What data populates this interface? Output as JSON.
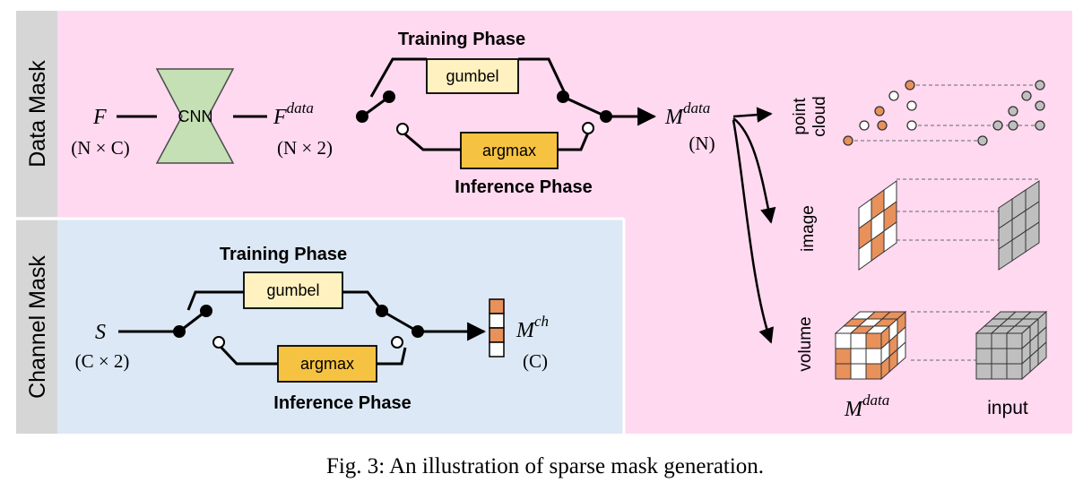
{
  "colors": {
    "data_mask_bg": "#ffd9f0",
    "channel_mask_bg": "#dce8f5",
    "side_tab": "#d6d6d6",
    "cnn_fill": "#c5e0b4",
    "gumbel_fill": "#fff2c0",
    "argmax_fill": "#f5c242",
    "mask_orange": "#e8915b",
    "mask_grey": "#bfbfbf"
  },
  "panels": {
    "data_mask_label": "Data Mask",
    "channel_mask_label": "Channel Mask"
  },
  "data_mask": {
    "input_symbol": "F",
    "input_shape": "(N × C)",
    "cnn_label": "CNN",
    "feature_symbol": "F",
    "feature_sup": "data",
    "feature_shape": "(N × 2)",
    "training_phase": "Training Phase",
    "inference_phase": "Inference Phase",
    "gumbel_label": "gumbel",
    "argmax_label": "argmax",
    "output_symbol": "M",
    "output_sup": "data",
    "output_shape": "(N)"
  },
  "channel_mask": {
    "input_symbol": "S",
    "input_shape": "(C × 2)",
    "training_phase": "Training Phase",
    "inference_phase": "Inference Phase",
    "gumbel_label": "gumbel",
    "argmax_label": "argmax",
    "output_symbol": "M",
    "output_sup": "ch",
    "output_shape": "(C)"
  },
  "modalities": {
    "point_cloud_line1": "point",
    "point_cloud_line2": "cloud",
    "image_label": "image",
    "volume_label": "volume",
    "mask_label_symbol": "M",
    "mask_label_sup": "data",
    "input_label": "input"
  },
  "caption": "Fig. 3: An illustration of sparse mask generation."
}
